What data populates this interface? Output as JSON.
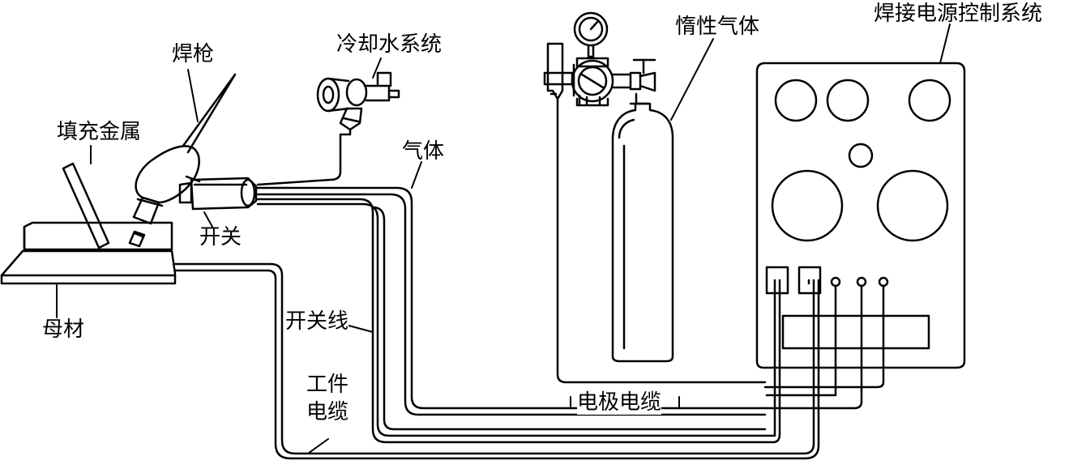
{
  "labels": {
    "welding_gun": "焊枪",
    "filler_metal": "填充金属",
    "cooling_water_system": "冷却水系统",
    "inert_gas": "惰性气体",
    "power_control_system": "焊接电源控制系统",
    "gas": "气体",
    "switch": "开关",
    "base_metal": "母材",
    "switch_wire": "开关线",
    "work_cable_line1": "工件",
    "work_cable_line2": "电缆",
    "electrode_cable": "电极电缆"
  },
  "colors": {
    "stroke": "#000000",
    "background": "#ffffff"
  }
}
